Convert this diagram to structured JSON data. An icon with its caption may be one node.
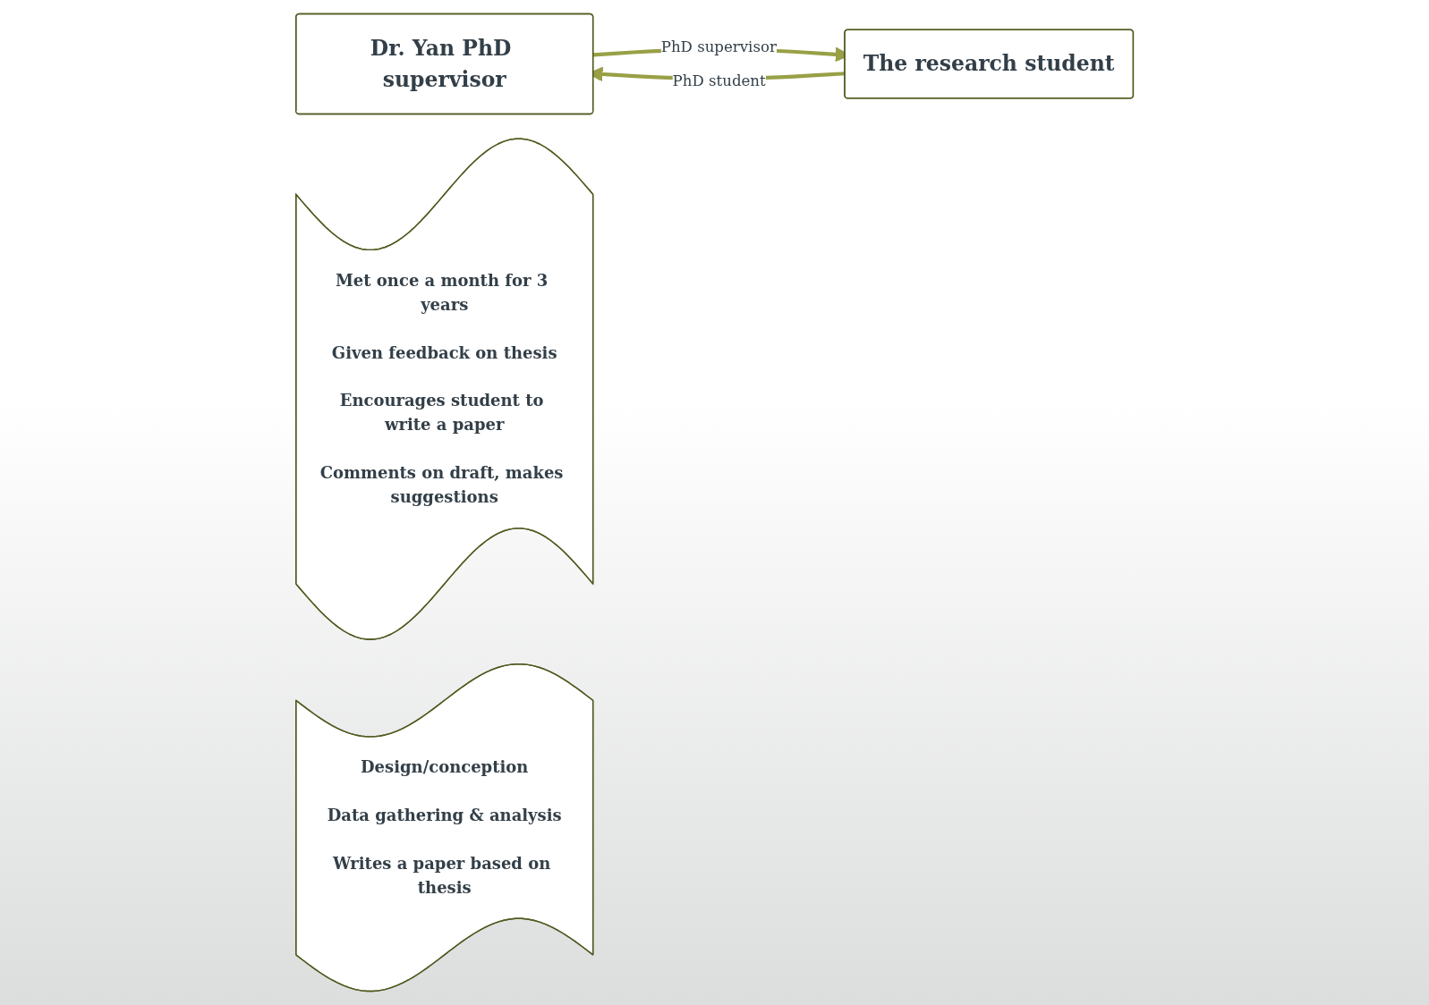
{
  "diagram": {
    "nodes": [
      {
        "text": [
          "Dr. Yan PhD supervisor"
        ]
      },
      {
        "text": [
          "The research student"
        ]
      },
      {
        "text": [
          "Met once a month for 3 years",
          "Given feedback on thesis",
          "Encourages student to write a paper",
          "Comments on draft, makes suggestions"
        ]
      },
      {
        "text": [
          "Design/conception",
          "Data gathering & analysis",
          "Writes a paper based on thesis"
        ]
      }
    ],
    "edges": [
      {
        "from": 0,
        "to": 1,
        "arrow": "to",
        "label": "PhD supervisor"
      },
      {
        "from": 1,
        "to": 0,
        "arrow": "to",
        "label": "PhD student"
      }
    ]
  }
}
